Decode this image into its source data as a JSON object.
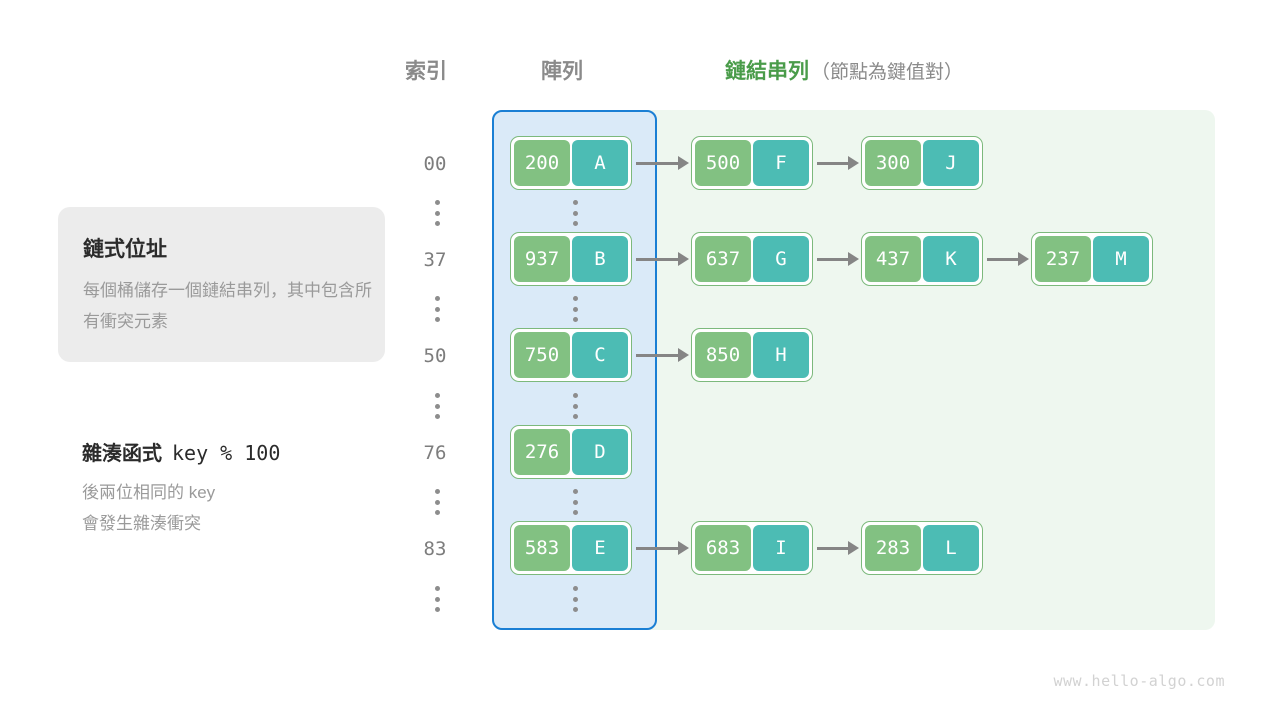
{
  "headers": {
    "index": "索引",
    "array": "陣列",
    "list_main": "鏈結串列",
    "list_sub": "（節點為鍵值對）"
  },
  "info_card": {
    "title": "鏈式位址",
    "description": "每個桶儲存一個鏈結串列，其中包含所有衝突元素"
  },
  "hash_function": {
    "label": "雜湊函式",
    "expression": "key % 100",
    "note_line1": "後兩位相同的 key",
    "note_line2": "會發生雜湊衝突"
  },
  "buckets": [
    {
      "index": "00",
      "nodes": [
        {
          "key": "200",
          "value": "A"
        },
        {
          "key": "500",
          "value": "F"
        },
        {
          "key": "300",
          "value": "J"
        }
      ]
    },
    {
      "index": "37",
      "nodes": [
        {
          "key": "937",
          "value": "B"
        },
        {
          "key": "637",
          "value": "G"
        },
        {
          "key": "437",
          "value": "K"
        },
        {
          "key": "237",
          "value": "M"
        }
      ]
    },
    {
      "index": "50",
      "nodes": [
        {
          "key": "750",
          "value": "C"
        },
        {
          "key": "850",
          "value": "H"
        }
      ]
    },
    {
      "index": "76",
      "nodes": [
        {
          "key": "276",
          "value": "D"
        }
      ]
    },
    {
      "index": "83",
      "nodes": [
        {
          "key": "583",
          "value": "E"
        },
        {
          "key": "683",
          "value": "I"
        },
        {
          "key": "283",
          "value": "L"
        }
      ]
    }
  ],
  "ellipsis_symbol": "⋮",
  "watermark": "www.hello-algo.com",
  "colors": {
    "key_box": "#82c182",
    "value_box": "#4cbcb4",
    "array_border": "#1a7fd4",
    "array_fill": "#daeaf8",
    "list_panel_fill": "#eef7ef",
    "accent_green": "#4a9c4a",
    "arrow": "#858585"
  }
}
